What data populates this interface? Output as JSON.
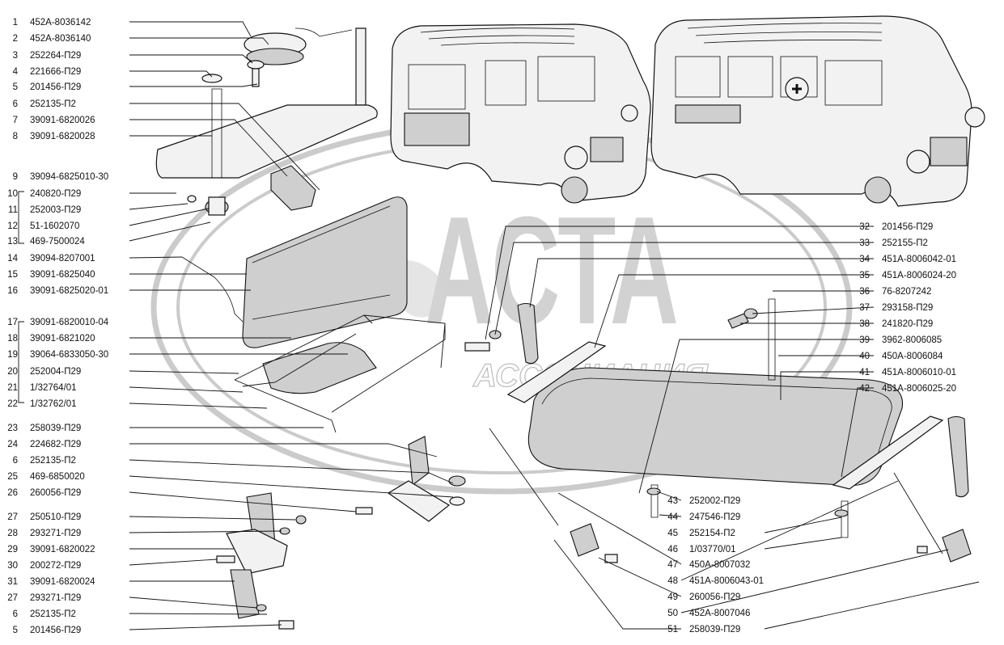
{
  "watermark": {
    "main": "АСТА",
    "sub": "АССОЦИАЦИЯ"
  },
  "left_labels": [
    {
      "num": "1",
      "code": "452А-8036142"
    },
    {
      "num": "2",
      "code": "452А-8036140"
    },
    {
      "num": "3",
      "code": "252264-П29"
    },
    {
      "num": "4",
      "code": "221666-П29"
    },
    {
      "num": "5",
      "code": "201456-П29"
    },
    {
      "num": "6",
      "code": "252135-П2"
    },
    {
      "num": "7",
      "code": "39091-6820026"
    },
    {
      "num": "8",
      "code": "39091-6820028"
    },
    {
      "num": "9",
      "code": "39094-6825010-30"
    },
    {
      "num": "10",
      "code": "240820-П29"
    },
    {
      "num": "11",
      "code": "252003-П29"
    },
    {
      "num": "12",
      "code": "51-1602070"
    },
    {
      "num": "13",
      "code": "469-7500024"
    },
    {
      "num": "14",
      "code": "39094-8207001"
    },
    {
      "num": "15",
      "code": "39091-6825040"
    },
    {
      "num": "16",
      "code": "39091-6825020-01"
    },
    {
      "num": "17",
      "code": "39091-6820010-04"
    },
    {
      "num": "18",
      "code": "39091-6821020"
    },
    {
      "num": "19",
      "code": "39064-6833050-30"
    },
    {
      "num": "20",
      "code": "252004-П29"
    },
    {
      "num": "21",
      "code": "1/32764/01"
    },
    {
      "num": "22",
      "code": "1/32762/01"
    },
    {
      "num": "23",
      "code": "258039-П29"
    },
    {
      "num": "24",
      "code": "224682-П29"
    },
    {
      "num": "6",
      "code": "252135-П2"
    },
    {
      "num": "25",
      "code": "469-6850020"
    },
    {
      "num": "26",
      "code": "260056-П29"
    },
    {
      "num": "27",
      "code": "250510-П29"
    },
    {
      "num": "28",
      "code": "293271-П29"
    },
    {
      "num": "29",
      "code": "39091-6820022"
    },
    {
      "num": "30",
      "code": "200272-П29"
    },
    {
      "num": "31",
      "code": "39091-6820024"
    },
    {
      "num": "27",
      "code": "293271-П29"
    },
    {
      "num": "6",
      "code": "252135-П2"
    },
    {
      "num": "5",
      "code": "201456-П29"
    }
  ],
  "right_labels": [
    {
      "num": "32",
      "code": "201456-П29"
    },
    {
      "num": "33",
      "code": "252155-П2"
    },
    {
      "num": "34",
      "code": "451А-8006042-01"
    },
    {
      "num": "35",
      "code": "451А-8006024-20"
    },
    {
      "num": "36",
      "code": "76-8207242"
    },
    {
      "num": "37",
      "code": "293158-П29"
    },
    {
      "num": "38",
      "code": "241820-П29"
    },
    {
      "num": "39",
      "code": "3962-8006085"
    },
    {
      "num": "40",
      "code": "450А-8006084"
    },
    {
      "num": "41",
      "code": "451А-8006010-01"
    },
    {
      "num": "42",
      "code": "451А-8006025-20"
    }
  ],
  "bottom_labels": [
    {
      "num": "43",
      "code": "252002-П29"
    },
    {
      "num": "44",
      "code": "247546-П29"
    },
    {
      "num": "45",
      "code": "252154-П2"
    },
    {
      "num": "46",
      "code": "1/03770/01"
    },
    {
      "num": "47",
      "code": "450А-8007032"
    },
    {
      "num": "48",
      "code": "451А-8006043-01"
    },
    {
      "num": "49",
      "code": "260056-П29"
    },
    {
      "num": "50",
      "code": "452А-8007046"
    },
    {
      "num": "51",
      "code": "258039-П29"
    }
  ]
}
